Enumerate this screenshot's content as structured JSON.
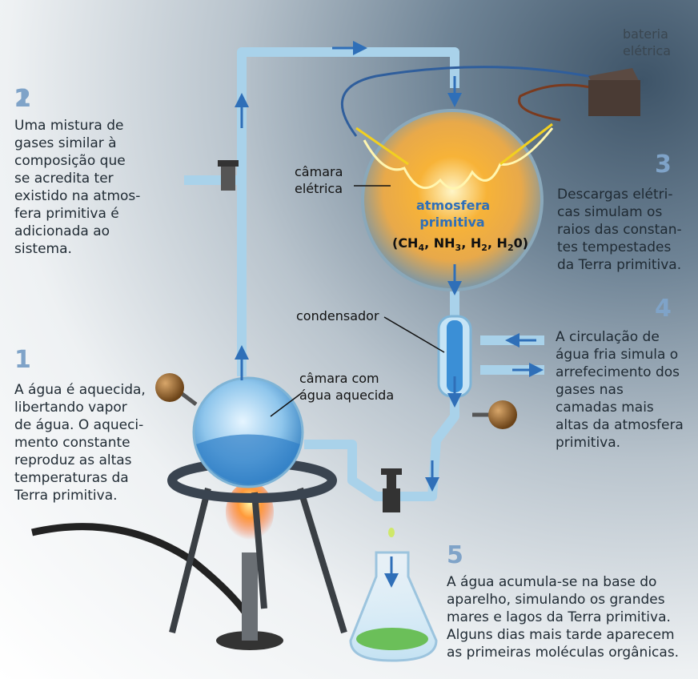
{
  "colors": {
    "accent_number": "#7fa3c8",
    "tube": "#a9d2ea",
    "arrow": "#2f6fb8",
    "glow": "#f7b338",
    "water_flask": "#6bbf59"
  },
  "steps": [
    {
      "num": "2",
      "text": "Uma mistura de\ngases similar à\ncomposição que\nse acredita ter\nexistido na atmos-\nfera primitiva é\nadicionada ao\nsistema."
    },
    {
      "num": "1",
      "text": "A água é aquecida,\nlibertando vapor\nde água. O aqueci-\nmento constante\nreproduz as altas\ntemperaturas da\nTerra primitiva."
    },
    {
      "num": "3",
      "text": "Descargas elétri-\ncas simulam os\nraios das constan-\ntes tempestades\nda Terra primitiva."
    },
    {
      "num": "4",
      "text": "A circulação de\nágua fria simula o\narrefecimento dos\ngases nas\ncamadas mais\naltas da atmosfera\nprimitiva."
    },
    {
      "num": "5",
      "text": "A água acumula-se na base do\naparelho, simulando os grandes\nmares e lagos da Terra primitiva.\nAlguns dias mais tarde aparecem\nas primeiras moléculas orgânicas."
    }
  ],
  "labels": {
    "bateria": "bateria\nelétrica",
    "camara_eletrica": "câmara\nelétrica",
    "atmosfera": "atmosfera\nprimitiva",
    "formula": {
      "open": "(CH",
      "s1": "4",
      "p2": ", NH",
      "s2": "3",
      "p3": ", H",
      "s3": "2",
      "p4": ", H",
      "s4": "2",
      "p5": "0)"
    },
    "condensador": "condensador",
    "camara_agua": "câmara com\nágua aquecida"
  }
}
